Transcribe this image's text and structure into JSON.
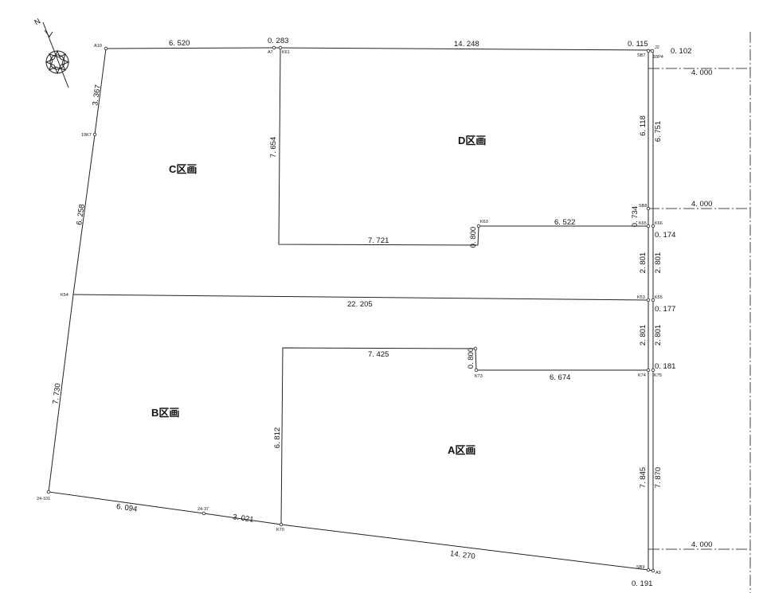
{
  "parcels": {
    "A": "A区画",
    "B": "B区画",
    "C": "C区画",
    "D": "D区画"
  },
  "points": {
    "A10": "A10",
    "A7": "A7",
    "K61": "K61",
    "J2": "J2",
    "SB7": "SB7",
    "93P4": "93P4",
    "19K7": "19K7",
    "K54": "K54",
    "24-101": "24-101",
    "24-37": "24-37",
    "K70": "K70",
    "SB9": "SB9",
    "A9": "A9",
    "SB8": "SB8",
    "K63": "K63",
    "K65": "K65",
    "K66": "K66",
    "K53": "K53",
    "K55": "K55",
    "K73": "K73",
    "K74": "K74",
    "K75": "K75"
  },
  "dimensions": {
    "top_left": "6. 520",
    "top_gap": "0. 283",
    "top_right": "14. 248",
    "top_corner": "0. 115",
    "corner_right": "0. 102",
    "road_top": "4. 000",
    "road_mid": "4. 000",
    "road_bottom": "4. 000",
    "left_1": "3. 367",
    "left_2": "6. 258",
    "left_3": "7. 730",
    "d_left": "7. 654",
    "d_bottom": "7. 721",
    "d_step": "0. 800",
    "d_step_top": "6. 522",
    "right_in_1": "6. 118",
    "right_out_1": "6. 751",
    "right_in_2": "0. 734",
    "gap_1": "0. 174",
    "right_in_3": "2. 801",
    "right_out_3": "2. 801",
    "mid_line": "22. 205",
    "gap_2": "0. 177",
    "right_in_4": "2. 801",
    "right_out_4": "2. 801",
    "gap_3": "0. 181",
    "a_top": "7. 425",
    "a_step": "0. 800",
    "a_step_bottom": "6. 674",
    "a_left": "6. 812",
    "right_in_5": "7. 845",
    "right_out_5": "7. 870",
    "bottom_1": "6. 094",
    "bottom_2": "3. 021",
    "bottom_3": "14. 270",
    "bottom_corner": "0. 191"
  },
  "north_arrow": "N"
}
